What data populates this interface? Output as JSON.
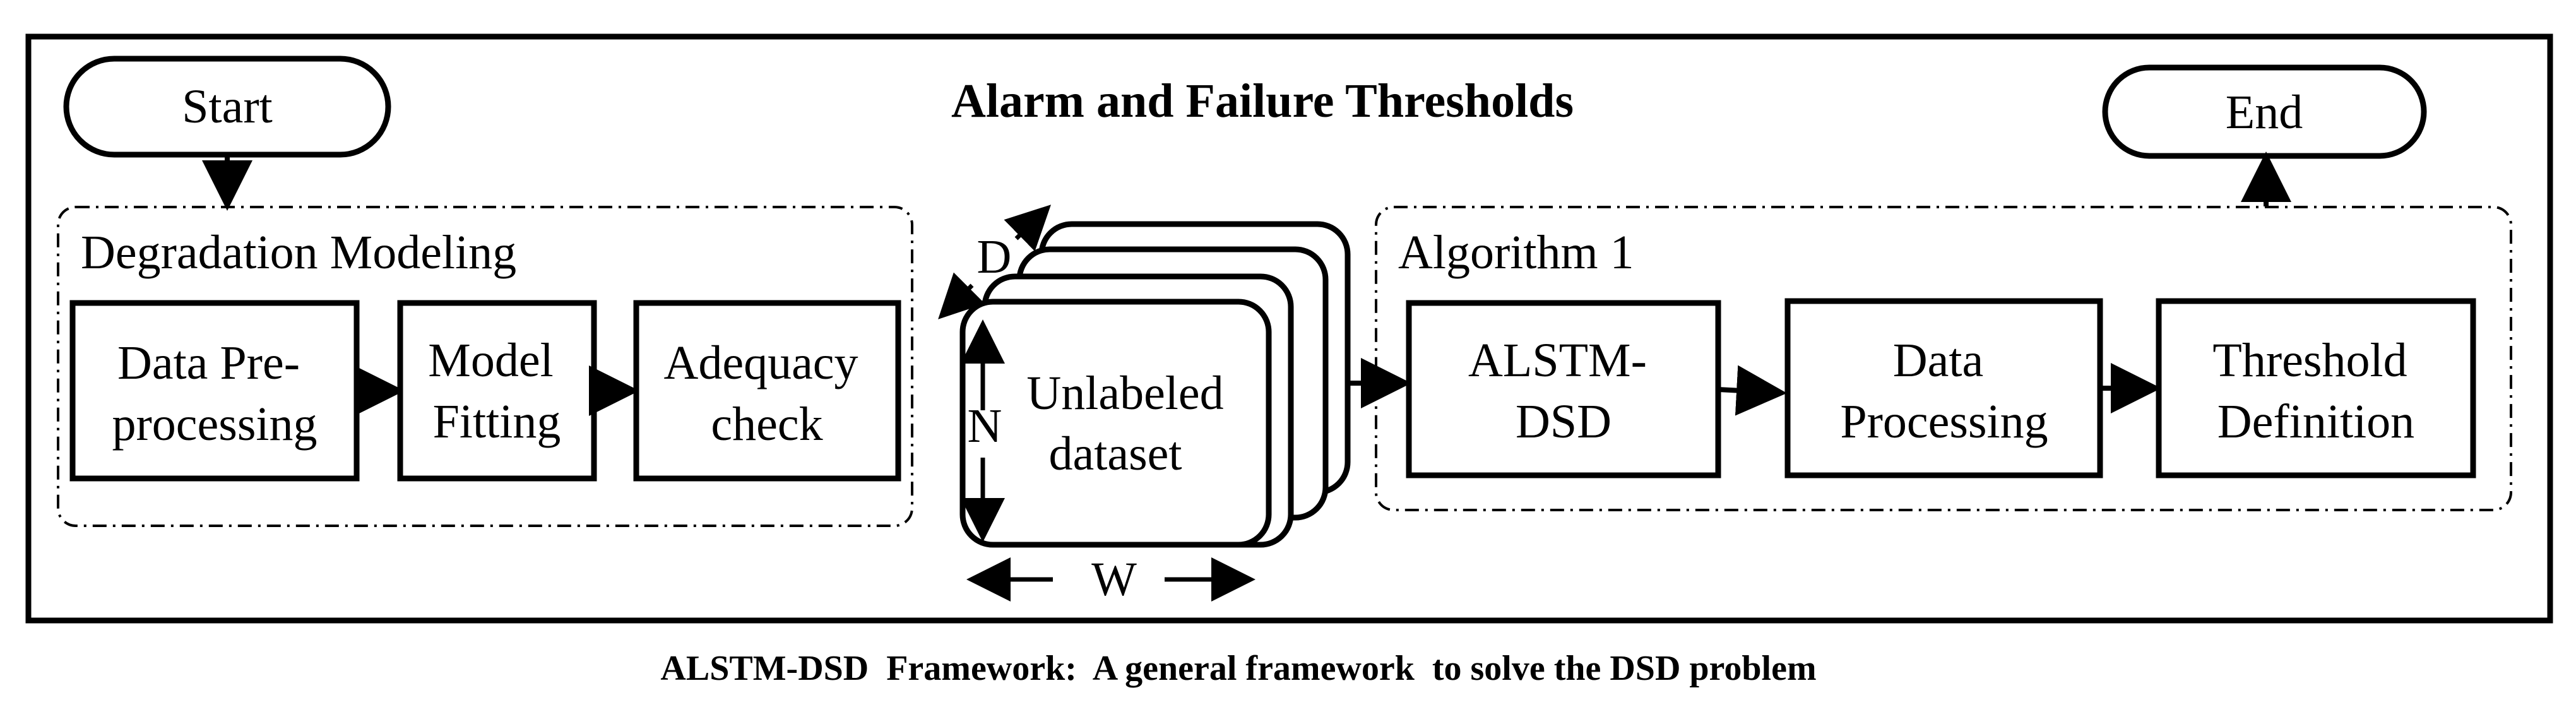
{
  "diagram": {
    "title": "Alarm and Failure Thresholds",
    "caption": "ALSTM-DSD  Framework:  A general framework  to solve the DSD problem",
    "start_label": "Start",
    "end_label": "End",
    "group_left": {
      "label": "Degradation Modeling",
      "steps": [
        {
          "lines": [
            "Data Pre-",
            "processing"
          ]
        },
        {
          "lines": [
            "Model",
            "Fitting"
          ]
        },
        {
          "lines": [
            "Adequacy",
            "check"
          ]
        }
      ]
    },
    "dataset": {
      "lines": [
        "Unlabeled",
        "dataset"
      ],
      "dim_depth": "D",
      "dim_height": "N",
      "dim_width": "W"
    },
    "group_right": {
      "label": "Algorithm 1",
      "steps": [
        {
          "lines": [
            "ALSTM-",
            "DSD"
          ]
        },
        {
          "lines": [
            "Data",
            "Processing"
          ]
        },
        {
          "lines": [
            "Threshold",
            "Definition"
          ]
        }
      ]
    }
  }
}
